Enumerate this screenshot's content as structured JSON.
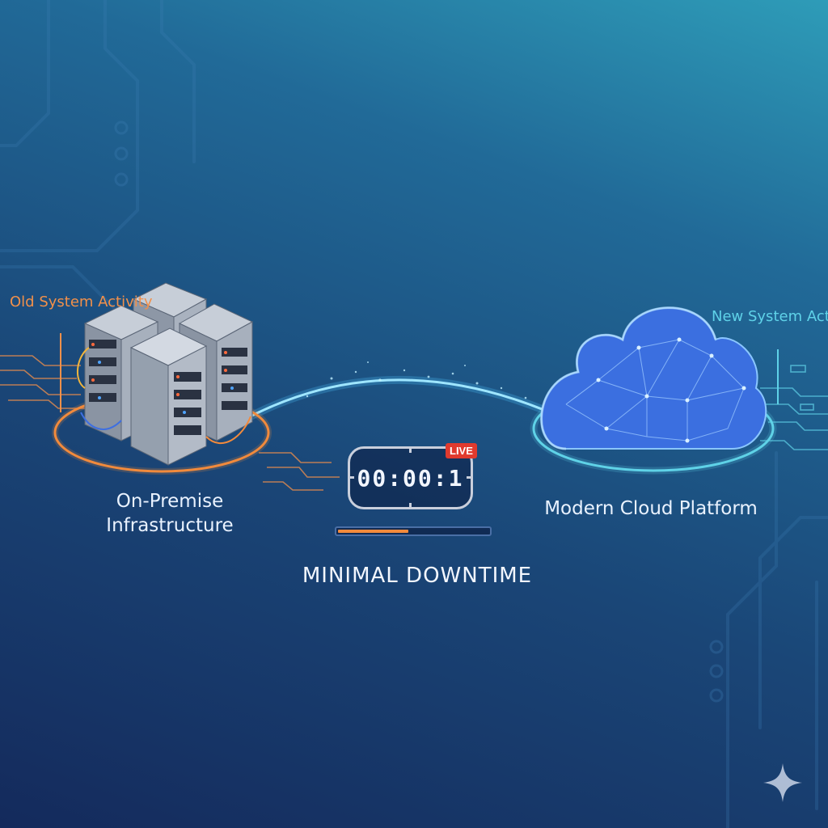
{
  "labels": {
    "old_activity": "Old System Activity",
    "new_activity": "New System Activity",
    "source": "On-Premise Infrastructure",
    "destination": "Modern Cloud Platform",
    "caption": "MINIMAL DOWNTIME"
  },
  "timer": {
    "display": "00:00:1",
    "badge": "LIVE",
    "progress": 0.47
  },
  "colors": {
    "old_system": "#f2904a",
    "new_system": "#5fd2e8",
    "link_glow": "#7fd8ff",
    "cloud": "#3b6fe0",
    "live_badge": "#e03a2e"
  },
  "icons": [
    "circuit-trace-icon",
    "server-rack-icon",
    "cloud-icon",
    "stopwatch-icon",
    "sparkle-icon"
  ]
}
